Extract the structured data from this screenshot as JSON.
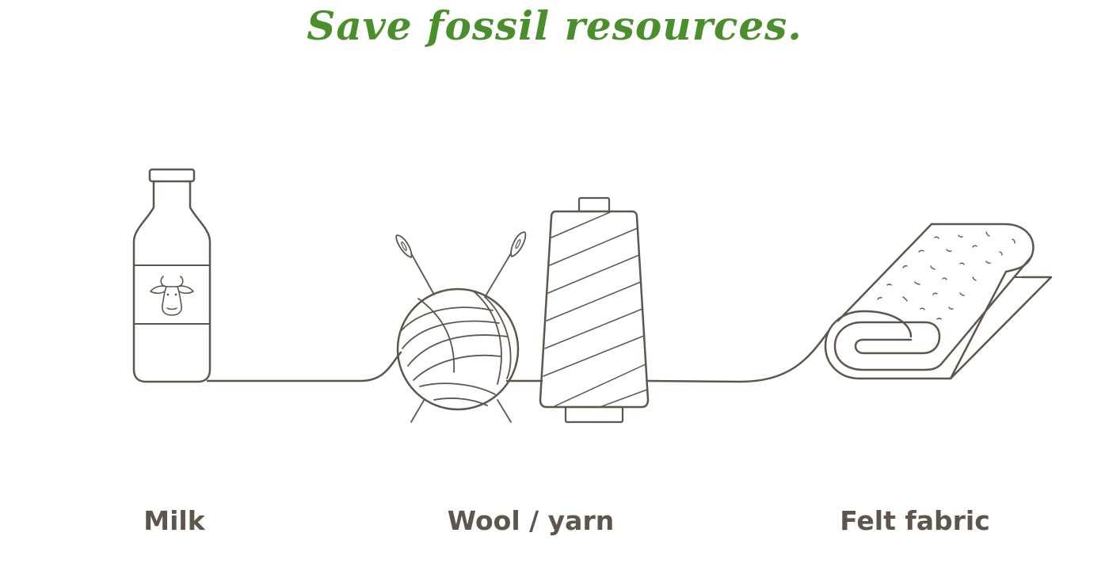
{
  "headline": "Save fossil resources.",
  "steps": [
    {
      "label": "Milk",
      "icon": "milk-bottle-icon"
    },
    {
      "label": "Wool / yarn",
      "icon": "yarn-ball-icon"
    },
    {
      "label": "Felt fabric",
      "icon": "felt-roll-icon"
    }
  ],
  "colors": {
    "headline": "#4a8f2b",
    "line": "#5e554c",
    "label": "#5e554c",
    "background": "#ffffff"
  }
}
